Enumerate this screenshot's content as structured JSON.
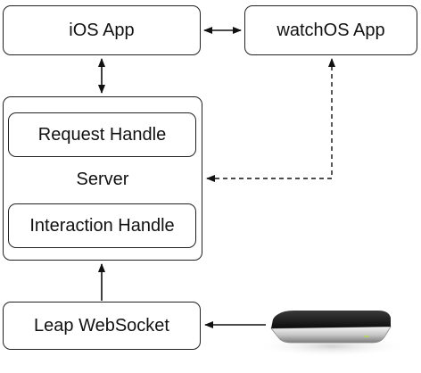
{
  "nodes": {
    "ios_app": "iOS App",
    "watchos_app": "watchOS App",
    "server": "Server",
    "request_handle": "Request Handle",
    "interaction_handle": "Interaction Handle",
    "leap_websocket": "Leap WebSocket"
  },
  "device_image": "leap-motion-controller",
  "edges": [
    {
      "from": "ios_app",
      "to": "watchos_app",
      "style": "solid",
      "direction": "both"
    },
    {
      "from": "ios_app",
      "to": "server",
      "style": "solid",
      "direction": "both"
    },
    {
      "from": "server",
      "to": "watchos_app",
      "style": "dashed",
      "direction": "both"
    },
    {
      "from": "leap_websocket",
      "to": "server",
      "style": "solid",
      "direction": "forward"
    },
    {
      "from": "leap-motion-controller",
      "to": "leap_websocket",
      "style": "solid",
      "direction": "forward"
    }
  ]
}
